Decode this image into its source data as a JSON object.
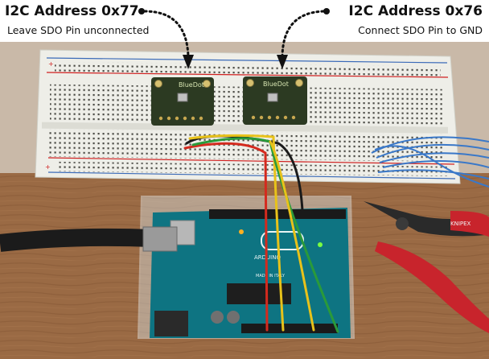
{
  "annotations": {
    "left": {
      "title": "I2C Address 0x77",
      "subtitle": "Leave SDO Pin unconnected"
    },
    "right": {
      "title": "I2C Address 0x76",
      "subtitle": "Connect SDO Pin to GND"
    }
  },
  "boards": {
    "sensor_logo": "BlueDot",
    "arduino_logo": "ARDUINO",
    "arduino_made_in": "MADE IN ITALY",
    "cutter_brand": "KNIPEX"
  },
  "colors": {
    "background_wall": "#c9b9a8",
    "table_wood": "#9a6a44",
    "breadboard": "#efefe9",
    "sensor_pcb": "#2c3a22",
    "arduino_pcb": "#0e7482",
    "wire_red": "#d42a1e",
    "wire_yellow": "#e8c21a",
    "wire_green": "#2a9a3a",
    "wire_black": "#1a1a1a",
    "wire_blue": "#3a78c8",
    "cutter_red": "#c8242c"
  }
}
